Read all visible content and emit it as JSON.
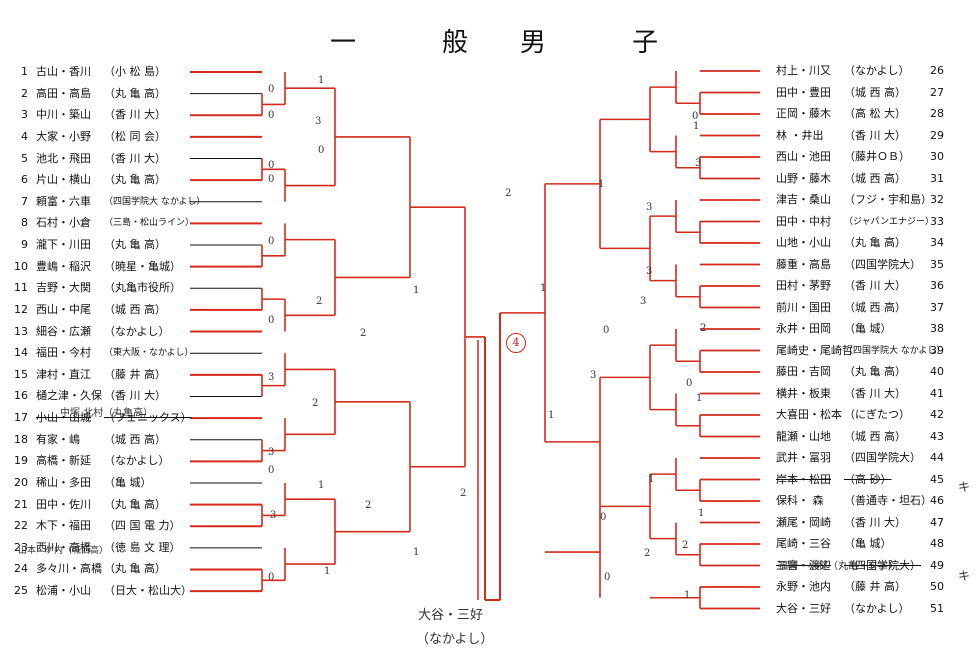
{
  "title": "一般　男子",
  "title_part1": "一　般",
  "title_part2": "男　子",
  "left_entries": [
    {
      "num": "1",
      "names": "古山・香川",
      "club": "（小 松 島）"
    },
    {
      "num": "2",
      "names": "高田・高島",
      "club": "（丸 亀 高）"
    },
    {
      "num": "3",
      "names": "中川・築山",
      "club": "（香 川 大）"
    },
    {
      "num": "4",
      "names": "大家・小野",
      "club": "（松 同 会）"
    },
    {
      "num": "5",
      "names": "池北・飛田",
      "club": "（香 川 大）"
    },
    {
      "num": "6",
      "names": "片山・横山",
      "club": "（丸 亀 高）"
    },
    {
      "num": "7",
      "names": "頼富・六車",
      "club": "（四国学院大 なかよし）"
    },
    {
      "num": "8",
      "names": "石村・小倉",
      "club": "（三島・松山ライン）"
    },
    {
      "num": "9",
      "names": "瀧下・川田",
      "club": "（丸 亀 高）"
    },
    {
      "num": "10",
      "names": "豊嶋・稲沢",
      "club": "（暁星・亀城）"
    },
    {
      "num": "11",
      "names": "吉野・大関",
      "club": "（丸亀市役所）"
    },
    {
      "num": "12",
      "names": "西山・中尾",
      "club": "（城 西 高）"
    },
    {
      "num": "13",
      "names": "細谷・広瀬",
      "club": "（なかよし）"
    },
    {
      "num": "14",
      "names": "福田・今村",
      "club": "（東大阪・なかよし）"
    },
    {
      "num": "15",
      "names": "津村・直江",
      "club": "（藤 井 高）"
    },
    {
      "num": "16",
      "names": "樋之津・久保",
      "club": "（香 川 大）"
    },
    {
      "num": "17",
      "names": "小山・山城",
      "club": "（フェニックス）"
    },
    {
      "num": "18",
      "names": "有家・嶋",
      "club": "（城 西 高）"
    },
    {
      "num": "19",
      "names": "高橋・新延",
      "club": "（なかよし）"
    },
    {
      "num": "20",
      "names": "稀山・多田",
      "club": "（亀 城）"
    },
    {
      "num": "21",
      "names": "田中・佐川",
      "club": "（丸 亀 高）"
    },
    {
      "num": "22",
      "names": "木下・福田",
      "club": "（四 国 電 力）"
    },
    {
      "num": "23",
      "names": "西川・高橋",
      "club": "（徳 島 文 理）"
    },
    {
      "num": "24",
      "names": "多々川・高橋",
      "club": "（丸 亀 高）"
    },
    {
      "num": "25",
      "names": "松浦・小山",
      "club": "（日大・松山大）"
    }
  ],
  "right_entries": [
    {
      "num": "26",
      "names": "村上・川又",
      "club": "（なかよし）"
    },
    {
      "num": "27",
      "names": "田中・豊田",
      "club": "（城 西 高）"
    },
    {
      "num": "28",
      "names": "正岡・藤木",
      "club": "（高 松 大）"
    },
    {
      "num": "29",
      "names": "林 ・井出",
      "club": "（香 川 大）"
    },
    {
      "num": "30",
      "names": "西山・池田",
      "club": "（藤井ＯＢ）"
    },
    {
      "num": "31",
      "names": "山野・藤木",
      "club": "（城 西 高）"
    },
    {
      "num": "32",
      "names": "津吉・桑山",
      "club": "（フジ・宇和島）"
    },
    {
      "num": "33",
      "names": "田中・中村",
      "club": "（ジャパンエナジー）"
    },
    {
      "num": "34",
      "names": "山地・小山",
      "club": "（丸 亀 高）"
    },
    {
      "num": "35",
      "names": "藤重・高島",
      "club": "（四国学院大）"
    },
    {
      "num": "36",
      "names": "田村・茅野",
      "club": "（香 川 大）"
    },
    {
      "num": "37",
      "names": "前川・国田",
      "club": "（城 西 高）"
    },
    {
      "num": "38",
      "names": "永井・田岡",
      "club": "（亀 城）"
    },
    {
      "num": "39",
      "names": "尾崎史・尾崎哲",
      "club": "（四国学院大 なかよし）"
    },
    {
      "num": "40",
      "names": "藤田・吉岡",
      "club": "（丸 亀 高）"
    },
    {
      "num": "41",
      "names": "横井・板東",
      "club": "（香 川 大）"
    },
    {
      "num": "42",
      "names": "大喜田・松本",
      "club": "（にぎたつ）"
    },
    {
      "num": "43",
      "names": "龍瀬・山地",
      "club": "（城 西 高）"
    },
    {
      "num": "44",
      "names": "武井・冨羽",
      "club": "（四国学院大）"
    },
    {
      "num": "45",
      "names": "岸本・松田",
      "club": "（高 砂）"
    },
    {
      "num": "46",
      "names": "保科・ 森",
      "club": "（善通寺・坦石）"
    },
    {
      "num": "47",
      "names": "瀬尾・岡崎",
      "club": "（香 川 大）"
    },
    {
      "num": "48",
      "names": "尾崎・三谷",
      "club": "（亀 城）"
    },
    {
      "num": "49",
      "names": "三宮・渡辺",
      "club": "（四国学院大）"
    },
    {
      "num": "50",
      "names": "永野・池内",
      "club": "（藤 井 高）"
    },
    {
      "num": "51",
      "names": "大谷・三好",
      "club": "（なかよし）"
    }
  ],
  "handwriting": {
    "sub16": "中塚 北村（丸亀高）",
    "sub22": "山本・ゲ内（城西高）",
    "sub48": "福崎・小林（丸亀・クエ）",
    "mark45": "キ",
    "mark49": "キ",
    "winner_line1": "大谷・三好",
    "winner_line2": "（なかよし）",
    "final_circle": "4"
  },
  "scores": {
    "s1": "0",
    "s2": "0",
    "s3": "3",
    "s4": "0",
    "s5": "0",
    "s6": "0",
    "s7": "1",
    "s8": "0",
    "s9": "2",
    "s10": "0",
    "s11": "1",
    "s12": "2",
    "s13": "3",
    "s14": "2",
    "s15": "3",
    "s16": "0",
    "s17": "2",
    "s18": "1",
    "s19": "3",
    "s20": "0",
    "s21": "1",
    "s22": "1",
    "s23": "2",
    "r1": "0",
    "r2": "1",
    "r3": "3",
    "r4": "1",
    "r5": "3",
    "r6": "2",
    "r7": "3",
    "r8": "1",
    "r9": "3",
    "r10": "0",
    "r11": "2",
    "r12": "3",
    "r13": "1",
    "r14": "1",
    "r15": "0",
    "r16": "2",
    "r17": "0",
    "r18": "0",
    "r19": "1",
    "r20": "1",
    "r21": "2",
    "r22": "1"
  },
  "colors": {
    "ink": "#111111",
    "red_pencil": "#d42a1a",
    "pencil": "#555555"
  }
}
